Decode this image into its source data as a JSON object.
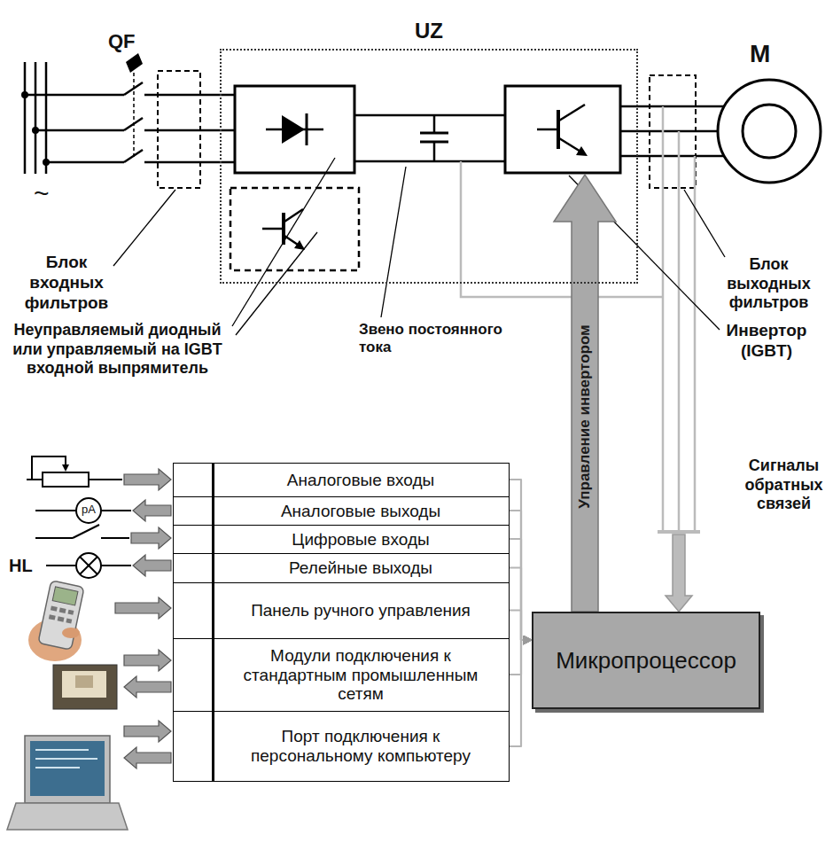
{
  "diagram": {
    "nodes": [
      {
        "text": [
          "UZ"
        ]
      },
      {
        "text": [
          "Аналоговые входы"
        ]
      },
      {
        "text": [
          "Аналоговые выходы"
        ]
      },
      {
        "text": [
          "Цифровые входы"
        ]
      },
      {
        "text": [
          "Релейные выходы"
        ]
      },
      {
        "text": [
          "Панель ручного управления"
        ]
      },
      {
        "text": [
          "Модули подключения к стандартным промышленным сетям"
        ]
      },
      {
        "text": [
          "Порт подключения к персональному компьютеру"
        ]
      },
      {
        "text": [
          "Микропроцессор"
        ]
      }
    ],
    "edges": [
      {
        "from": 1,
        "to": 8,
        "arrow": "to"
      },
      {
        "from": 2,
        "to": 8,
        "arrow": "to"
      },
      {
        "from": 3,
        "to": 8,
        "arrow": "to"
      },
      {
        "from": 4,
        "to": 8,
        "arrow": "to"
      },
      {
        "from": 5,
        "to": 8,
        "arrow": "to"
      },
      {
        "from": 6,
        "to": 8,
        "arrow": "to"
      },
      {
        "from": 7,
        "to": 8,
        "arrow": "to"
      }
    ],
    "labels": [
      "QF",
      "~",
      "Блок входных фильтров",
      "Неуправляемый диодный или управляемый на IGBT входной выпрямитель",
      "Звено постоянного тока",
      "Управление инвертором",
      "Инвертор (IGBT)",
      "M",
      "Блок выходных фильтров",
      "Сигналы обратных связей",
      "pA",
      "HL"
    ]
  }
}
